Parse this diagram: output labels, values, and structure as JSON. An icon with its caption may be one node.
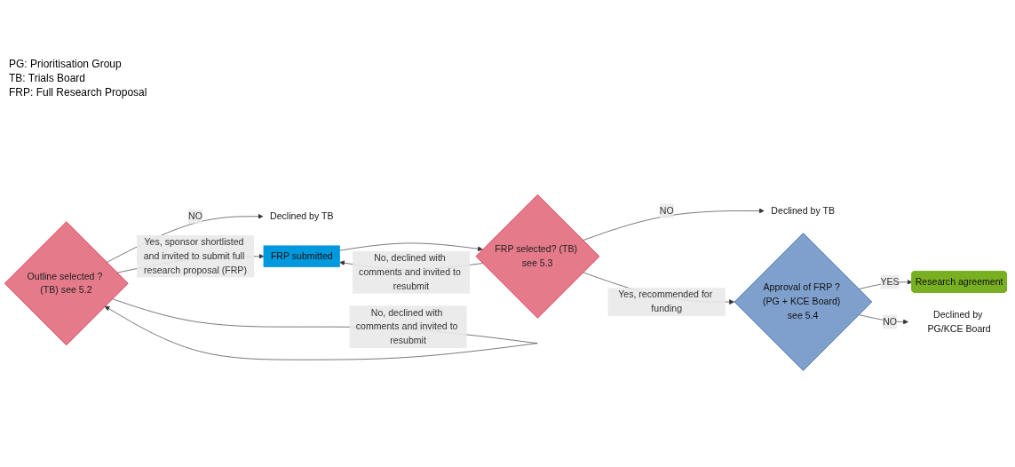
{
  "diagram": {
    "nodes": [
      {
        "text": [
          "Outline selected ? (TB) see 5.2"
        ]
      },
      {
        "text": [
          "Declined by TB"
        ]
      },
      {
        "text": [
          "FRP submitted"
        ]
      },
      {
        "text": [
          "FRP selected? (TB) see 5.3"
        ]
      },
      {
        "text": [
          "Declined by TB"
        ]
      },
      {
        "text": [
          "Approval of FRP ? (PG + KCE Board) see 5.4"
        ]
      },
      {
        "text": [
          "Research agreement"
        ]
      },
      {
        "text": [
          "Declined by PG/KCE Board"
        ]
      }
    ],
    "edges": [
      {
        "from": 0,
        "to": 0,
        "arrow": "to",
        "label": "No, declined with comments and invited to resubmit"
      },
      {
        "from": 0,
        "to": 1,
        "arrow": "to",
        "label": "NO"
      },
      {
        "from": 0,
        "to": 2,
        "arrow": "to",
        "label": "Yes, sponsor shortlisted and invited to submit full research proposal (FRP)"
      },
      {
        "from": 2,
        "to": 3,
        "arrow": "to"
      },
      {
        "from": 3,
        "to": 2,
        "arrow": "to",
        "label": "No, declined with comments and invited to resubmit"
      },
      {
        "from": 3,
        "to": 4,
        "arrow": "to",
        "label": "NO"
      },
      {
        "from": 3,
        "to": 5,
        "arrow": "to",
        "label": "Yes, recommended for funding"
      },
      {
        "from": 5,
        "to": 6,
        "arrow": "to",
        "label": "YES"
      },
      {
        "from": 5,
        "to": 7,
        "arrow": "to",
        "label": "NO"
      }
    ],
    "labels": [
      "PG: Prioritisation Group",
      "TB: Trials Board",
      "FRP: Full Research Proposal"
    ]
  }
}
